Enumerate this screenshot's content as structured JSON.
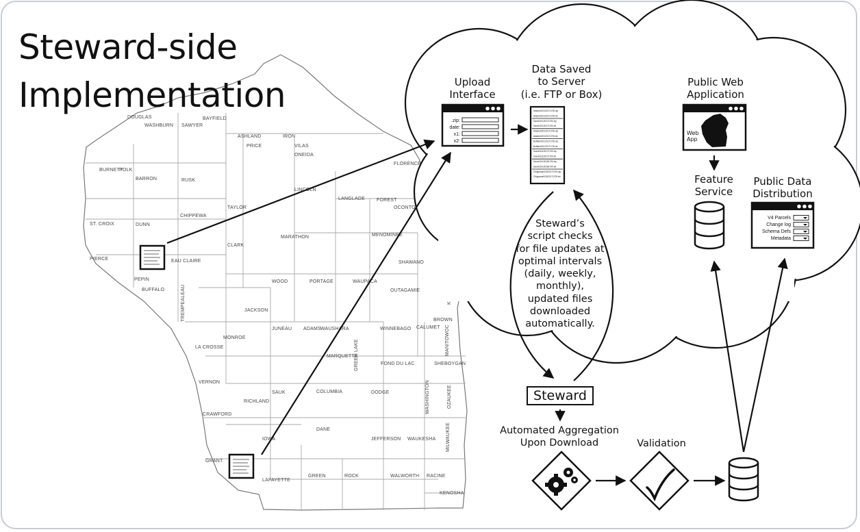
{
  "title": {
    "line1": "Steward-side",
    "line2": "Implementation"
  },
  "labels": {
    "upload": "Upload\nInterface",
    "data_saved": "Data Saved\nto Server\n(i.e. FTP or Box)",
    "public_web": "Public Web\nApplication",
    "feature_service": "Feature\nService",
    "public_data": "Public Data\nDistribution",
    "script_text": "Steward’s\nscript checks\nfor file updates at\noptimal intervals\n(daily, weekly,\nmonthly),\nupdated files\ndownloaded\nautomatically.",
    "steward": "Steward",
    "aggregation": "Automated Aggregation\nUpon Download",
    "validation": "Validation",
    "web_app": "Web\nApp"
  },
  "upload_form": {
    "fields": [
      ".zip:",
      "date:",
      "x1:",
      "x2:"
    ]
  },
  "distribution_items": [
    "V4 Parcels",
    "Change log",
    "Schema Defs",
    "Metadata"
  ],
  "server_files": [
    "Adams010120171700.zip",
    "Adams010120171700.txt",
    "Dane010120171700.zip",
    "Dane010120171700.txt",
    "Adams020120171700.zip",
    "Adams020120171700.txt",
    "Buffalo010120171700.zip",
    "Buffalo020120171700.txt",
    "Grant011120171700.zip",
    "Grant011120171700.txt",
    "Dane010120181700.zip",
    "Dane010120181700.txt",
    "Chippewa011520171700.zip",
    "Chippewa011520171700.txt"
  ],
  "counties": [
    "DOUGLAS",
    "BAYFIELD",
    "WASHBURN",
    "SAWYER",
    "ASHLAND",
    "IRON",
    "PRICE",
    "VILAS",
    "ONEIDA",
    "FLORENCE",
    "BURNETT",
    "POLK",
    "BARRON",
    "RUSK",
    "LINCOLN",
    "FOREST",
    "LANGLADE",
    "TAYLOR",
    "OCONTO",
    "CHIPPEWA",
    "ST. CROIX",
    "DUNN",
    "CLARK",
    "MARATHON",
    "MENOMINEE",
    "PIERCE",
    "EAU CLAIRE",
    "SHAWANO",
    "PEPIN",
    "BUFFALO",
    "WOOD",
    "PORTAGE",
    "WAUPACA",
    "OUTAGAMIE",
    "KEWAUNEE",
    "TREMPEALEAU",
    "JACKSON",
    "BROWN",
    "JUNEAU",
    "ADAMS",
    "WAUSHARA",
    "WINNEBAGO",
    "CALUMET",
    "MONROE",
    "MANITOWOC",
    "LA CROSSE",
    "MARQUETTE",
    "GREEN LAKE",
    "SHEBOYGAN",
    "FOND DU LAC",
    "VERNON",
    "SAUK",
    "COLUMBIA",
    "DODGE",
    "RICHLAND",
    "CRAWFORD",
    "WASHINGTON",
    "OZAUKEE",
    "DANE",
    "IOWA",
    "JEFFERSON",
    "WAUKESHA",
    "MILWAUKEE",
    "GRANT",
    "LAFAYETTE",
    "GREEN",
    "ROCK",
    "WALWORTH",
    "RACINE",
    "KENOSHA"
  ]
}
